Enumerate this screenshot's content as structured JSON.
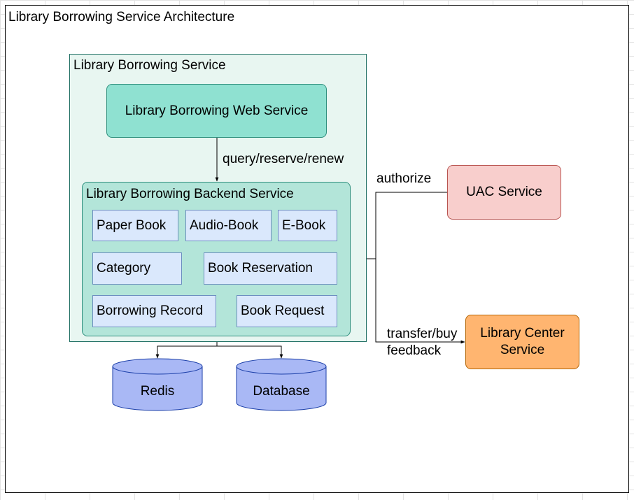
{
  "title": "Library Borrowing Service Architecture",
  "outer_service": "Library Borrowing Service",
  "web_service": "Library Borrowing Web Service",
  "backend_service": {
    "label": "Library Borrowing Backend Service",
    "modules": [
      "Paper Book",
      "Audio-Book",
      "E-Book",
      "Category",
      "Book Reservation",
      "Borrowing Record",
      "Book Request"
    ]
  },
  "edges": {
    "web_to_backend": "query/reserve/renew",
    "to_uac": "authorize",
    "to_center": [
      "transfer/buy",
      "feedback"
    ]
  },
  "external": {
    "uac": "UAC Service",
    "center": [
      "Library Center",
      "Service"
    ]
  },
  "stores": [
    "Redis",
    "Database"
  ],
  "colors": {
    "outer_fill": "#e8f6f1",
    "web_fill": "#8fe1d1",
    "backend_fill": "#b3e5d9",
    "module_fill": "#dae8fc",
    "uac_fill": "#f8cecc",
    "center_fill": "#ffb570",
    "store_fill": "#a9b8f5"
  }
}
